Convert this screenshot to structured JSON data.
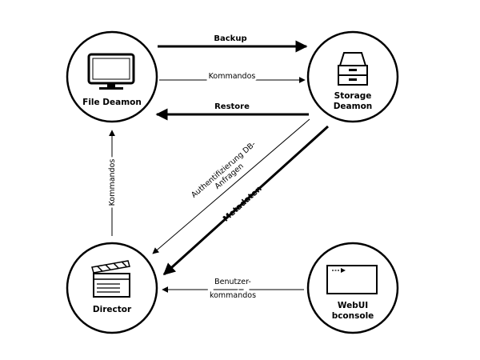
{
  "nodes": {
    "file_daemon": {
      "label": "File Deamon",
      "icon": "monitor-icon"
    },
    "storage_daemon": {
      "label_line1": "Storage",
      "label_line2": "Deamon",
      "icon": "storage-box-icon"
    },
    "director": {
      "label": "Director",
      "icon": "clapperboard-icon"
    },
    "webui": {
      "label_line1": "WebUI",
      "label_line2": "bconsole",
      "icon": "terminal-window-icon"
    }
  },
  "edges": {
    "backup": "Backup",
    "kommandos_fd_sd": "Kommandos",
    "restore": "Restore",
    "kommandos_dir_fd": "Kommandos",
    "auth_line1": "Authentifizierung DB-",
    "auth_line2": "Anfragen",
    "metadaten": "Metadaten",
    "benutzer_line1": "Benutzer-",
    "benutzer_line2": "kommandos"
  }
}
